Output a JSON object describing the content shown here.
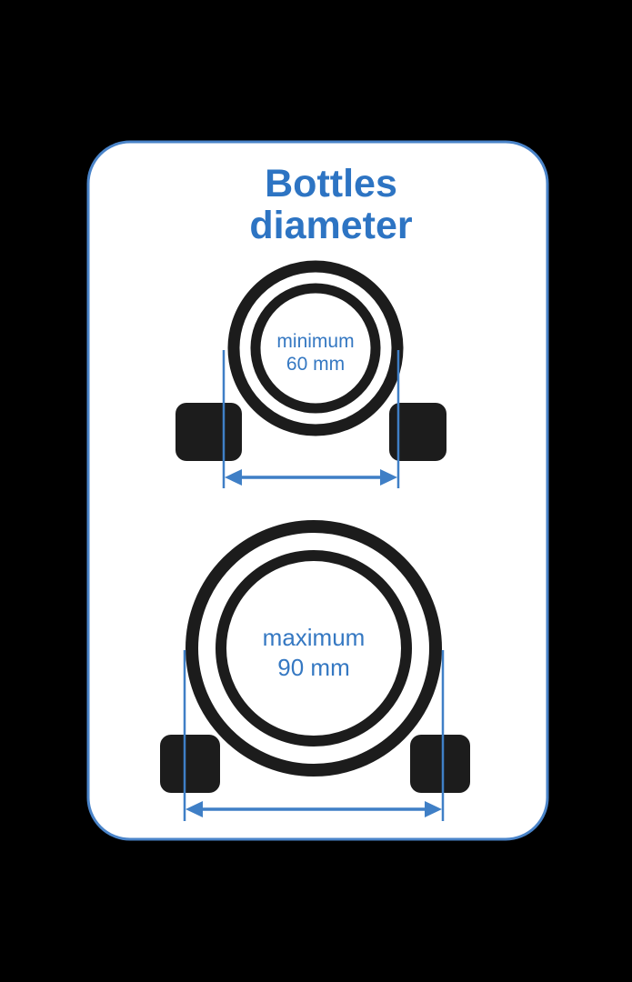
{
  "diagram": {
    "title": {
      "line1": "Bottles",
      "line2": "diameter"
    },
    "bottles": [
      {
        "name": "minimum-bottle",
        "label": "minimum",
        "value": "60 mm"
      },
      {
        "name": "maximum-bottle",
        "label": "maximum",
        "value": "90 mm"
      }
    ],
    "colors": {
      "accent_blue": "#3f7fc6",
      "title_blue": "#2d74c3",
      "ring_black": "#1c1c1c",
      "panel_fill": "#ffffff",
      "canvas_background": "#000000"
    }
  }
}
